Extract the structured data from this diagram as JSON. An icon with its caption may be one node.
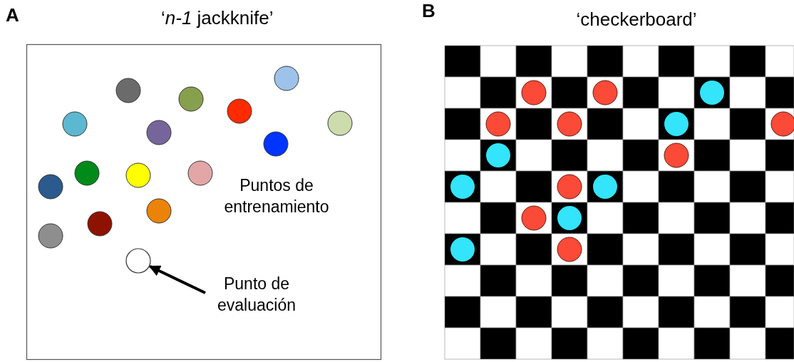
{
  "diagram": {
    "nodes": [
      {
        "text": [
          "Punto de evaluación"
        ]
      },
      {
        "text": [],
        "shape": "circle"
      }
    ],
    "edges": [
      {
        "from": 0,
        "to": 1,
        "arrow": "to"
      }
    ],
    "labels": [
      "A",
      "‘*n-1* jackknife’",
      "Puntos de entrenamiento",
      "B",
      "‘checkerboard’"
    ]
  }
}
